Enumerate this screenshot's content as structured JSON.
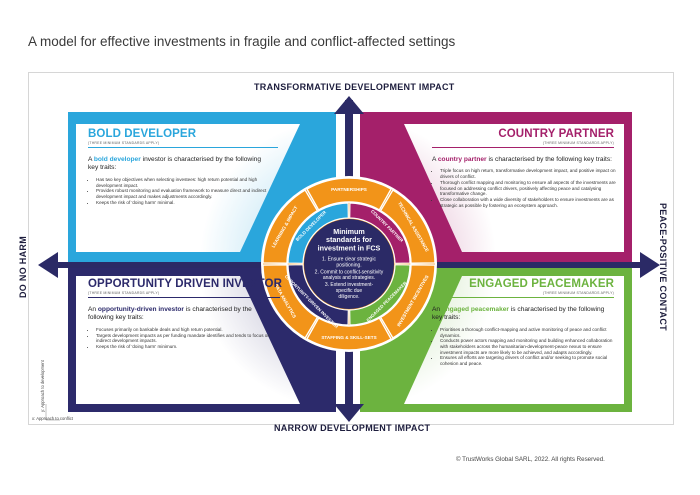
{
  "title": "A model for effective investments in fragile and conflict-affected settings",
  "axes": {
    "top": "TRANSFORMATIVE DEVELOPMENT IMPACT",
    "bottom": "NARROW DEVELOPMENT IMPACT",
    "left": "DO NO HARM",
    "right": "PEACE-POSITIVE CONTACT"
  },
  "colors": {
    "bold_developer": "#2aa6dc",
    "country_partner": "#a4206a",
    "opportunity": "#2c2a6b",
    "peacemaker": "#6cb33f",
    "orange": "#f29419",
    "arrow": "#2b2a66"
  },
  "quadrants": {
    "bold_developer": {
      "title": "BOLD DEVELOPER",
      "subtitle": "(THREE MINIMUM STANDARDS APPLY)",
      "intro_prefix": "A ",
      "intro_highlight": "bold developer",
      "intro_suffix": " investor is characterised by the following key traits:",
      "traits": [
        "Has two key objectives when selecting investees: high return potential and high development impact.",
        "Provides robust monitoring and evaluation framework to measure direct and indirect development impact and makes adjustments accordingly.",
        "Keeps the risk of 'doing harm' minimal."
      ]
    },
    "country_partner": {
      "title": "COUNTRY PARTNER",
      "subtitle": "(THREE MINIMUM STANDARDS APPLY)",
      "intro_prefix": "A ",
      "intro_highlight": "country partner",
      "intro_suffix": " is characterised by the following key traits:",
      "traits": [
        "Triple focus on high return, transformative development impact, and positive impact on drivers of conflict.",
        "Thorough conflict mapping and monitoring to ensure all aspects of the investments are focused on addressing conflict drivers, positively affecting peace and catalysing transformative change.",
        "Close collaboration with a wide diversity of stakeholders to ensure investments are as strategic as possible by fostering an ecosystem approach."
      ]
    },
    "opportunity": {
      "title": "OPPORTUNITY DRIVEN INVESTOR",
      "subtitle": "(THREE MINIMUM STANDARDS APPLY)",
      "intro_prefix": "An ",
      "intro_highlight": "opportunity-driven investor",
      "intro_suffix": " is characterised by the following key traits:",
      "traits": [
        "Focuses primarily on bankable deals and high return potential.",
        "Targets development impacts as per funding mandate identifies and tends to focus on indirect development impacts.",
        "Keeps the risk of 'doing harm' minimum."
      ]
    },
    "peacemaker": {
      "title": "ENGAGED PEACEMAKER",
      "subtitle": "(THREE MINIMUM STANDARDS APPLY)",
      "intro_prefix": "An ",
      "intro_highlight": "engaged peacemaker",
      "intro_suffix": " is characterised by the following key traits:",
      "traits": [
        "Prioritises a thorough conflict-mapping and active monitoring of peace and conflict dynamics.",
        "Conducts power actors mapping and monitoring and building enhanced collaboration with stakeholders across the humanitarian-development-peace nexus to ensure investment impacts are more likely to be achieved, and adapts accordingly.",
        "Ensures all efforts are targeting drivers of conflict and/or seeking to promote social cohesion and peace."
      ]
    }
  },
  "center": {
    "heading_lines": [
      "Minimum",
      "standards for",
      "investment in FCS"
    ],
    "items": [
      [
        "1. Ensure clear strategic",
        "positioning."
      ],
      [
        "2. Commit to conflict-sensitivity",
        "analysis and strategies."
      ],
      [
        "3. Extend investment-",
        "specific due",
        "diligence."
      ]
    ]
  },
  "outer_ring": [
    "PARTNERSHIPS",
    "TECHNICAL ASSISTANCE",
    "INVESTMENT INCENTIVES",
    "STAFFING & SKILL-SETS",
    "DATA ANALYTICS",
    "LEARNING & IMPACT"
  ],
  "inner_ring": [
    "BOLD DEVELOPER",
    "COUNTRY PARTNER",
    "ENGAGED PEACEMAKER",
    "OPPORTUNITY-DRIVEN INVESTOR"
  ],
  "legend": {
    "y": "y: Approach to development",
    "x": "x: Approach to conflict"
  },
  "copyright": "© TrustWorks Global SARL, 2022. All rights Reserved."
}
